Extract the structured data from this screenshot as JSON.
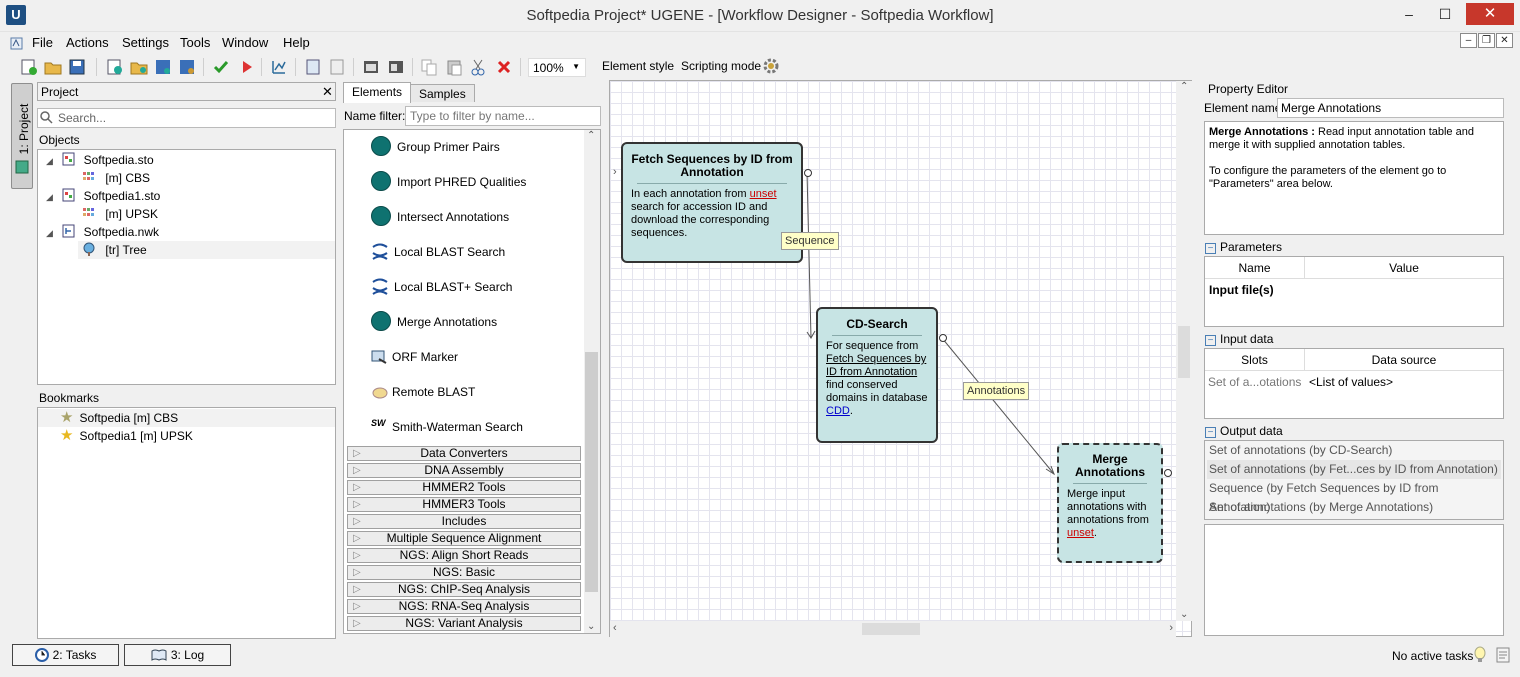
{
  "window": {
    "title": "Softpedia Project* UGENE - [Workflow Designer - Softpedia Workflow]",
    "app_icon": "U",
    "minimize": "–",
    "maximize": "☐",
    "close": "✕"
  },
  "menu": [
    "File",
    "Actions",
    "Settings",
    "Tools",
    "Window",
    "Help"
  ],
  "mdi": {
    "minimize": "–",
    "restore": "❐",
    "close": "✕"
  },
  "toolbar": {
    "zoom": "100%",
    "element_style": "Element style",
    "scripting_mode": "Scripting mode"
  },
  "left_tab": {
    "label": "1: Project"
  },
  "project": {
    "title": "Project",
    "close": "✕",
    "search_placeholder": "Search...",
    "objects_label": "Objects",
    "tree": [
      {
        "label": "Softpedia.sto"
      },
      {
        "label": "[m] CBS"
      },
      {
        "label": "Softpedia1.sto"
      },
      {
        "label": "[m] UPSK"
      },
      {
        "label": "Softpedia.nwk"
      },
      {
        "label": "[tr] Tree"
      }
    ],
    "bookmarks_label": "Bookmarks",
    "bookmarks": [
      "Softpedia [m] CBS",
      "Softpedia1 [m] UPSK"
    ]
  },
  "elements": {
    "tabs": [
      "Elements",
      "Samples"
    ],
    "filter_label": "Name filter:",
    "filter_placeholder": "Type to filter by name...",
    "items": [
      {
        "label": "Group Primer Pairs",
        "icon": "circle-icon"
      },
      {
        "label": "Import PHRED Qualities",
        "icon": "circle-icon"
      },
      {
        "label": "Intersect Annotations",
        "icon": "circle-icon"
      },
      {
        "label": "Local BLAST Search",
        "icon": "blast-icon"
      },
      {
        "label": "Local BLAST+ Search",
        "icon": "blast-icon"
      },
      {
        "label": "Merge Annotations",
        "icon": "circle-icon"
      },
      {
        "label": "ORF Marker",
        "icon": "orf-icon"
      },
      {
        "label": "Remote BLAST",
        "icon": "remote-icon"
      },
      {
        "label": "Smith-Waterman Search",
        "icon": "sw-icon"
      }
    ],
    "sw_icon_text": "SW",
    "groups": [
      "Data Converters",
      "DNA Assembly",
      "HMMER2 Tools",
      "HMMER3 Tools",
      "Includes",
      "Multiple Sequence Alignment",
      "NGS: Align Short Reads",
      "NGS: Basic",
      "NGS: ChIP-Seq Analysis",
      "NGS: RNA-Seq Analysis",
      "NGS: Variant Analysis"
    ]
  },
  "workflow": {
    "node1": {
      "title": "Fetch Sequences by ID from Annotation",
      "t1": "In each annotation from ",
      "link": "unset",
      "t2": " search for accession ID and download the corresponding sequences."
    },
    "node2": {
      "title": "CD-Search",
      "t1": "For sequence from ",
      "link1": "Fetch Sequences by ID from Annotation",
      "t2": " find conserved domains in database ",
      "link2": "CDD",
      "t3": "."
    },
    "node3": {
      "title": "Merge Annotations",
      "t1": "Merge input annotations with annotations from ",
      "link": "unset",
      "t2": "."
    },
    "link1_label": "Sequence",
    "link2_label": "Annotations"
  },
  "property_editor": {
    "title": "Property Editor",
    "element_name_label": "Element name:",
    "element_name": "Merge Annotations",
    "desc_name": "Merge Annotations :",
    "desc_text": " Read input annotation table and merge it with supplied annotation tables.",
    "desc_text2": "To configure the parameters of the element go to \"Parameters\" area below.",
    "parameters_label": "Parameters",
    "param_headers": [
      "Name",
      "Value"
    ],
    "param_row": "Input file(s)",
    "input_label": "Input data",
    "input_headers": [
      "Slots",
      "Data source"
    ],
    "input_slot": "Set of a...otations",
    "input_source": "<List of values>",
    "output_label": "Output data",
    "output_rows": [
      "Set of annotations (by CD-Search)",
      "Set of annotations (by Fet...ces by ID from Annotation)",
      "Sequence (by Fetch Sequences by ID from Annotation)",
      "Set of annotations (by Merge Annotations)"
    ]
  },
  "status": {
    "tasks": "2: Tasks",
    "log": "3: Log",
    "right": "No active tasks"
  },
  "colors": {
    "node_fill": "#c7e4e4",
    "element_circle": "#0f7270",
    "close_button": "#c7372b"
  }
}
